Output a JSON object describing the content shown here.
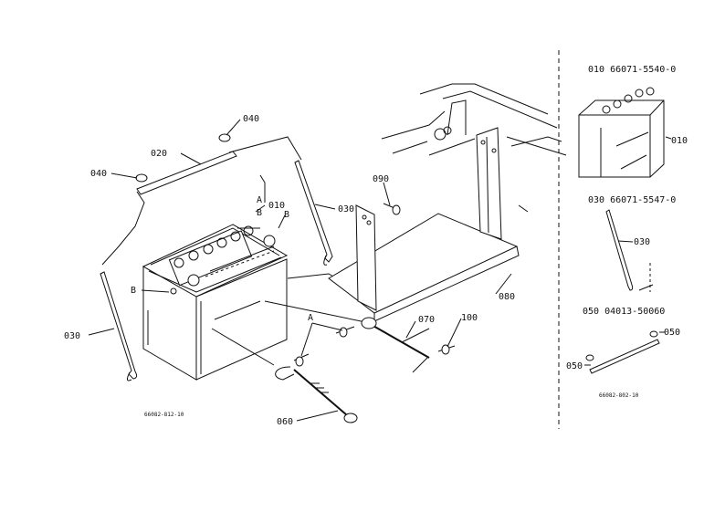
{
  "labels": {
    "p040_top": "040",
    "p020": "020",
    "p040_left": "040",
    "p010": "010",
    "letter_a_top": "A",
    "letter_b_top": "B",
    "letter_b_right": "B",
    "letter_b_left": "B",
    "p030_mid": "030",
    "p030_left": "030",
    "p090": "090",
    "p080": "080",
    "letter_a_mid": "A",
    "p070": "070",
    "p100": "100",
    "p060": "060",
    "fig_code_left": "66082-812-10"
  },
  "inset": {
    "line_010": "010  66071-5540-0",
    "callout_010": "010",
    "line_030": "030  66071-5547-0",
    "callout_030": "030",
    "line_050": "050  04013-50060",
    "callout_050_left": "050",
    "callout_050_right": "050",
    "fig_code_right": "66082-802-10"
  },
  "icons": {
    "battery": "battery-icon",
    "tray": "battery-tray-icon",
    "rod": "j-bolt-icon",
    "cable": "ground-cable-icon",
    "bracket": "hold-down-bar-icon"
  }
}
